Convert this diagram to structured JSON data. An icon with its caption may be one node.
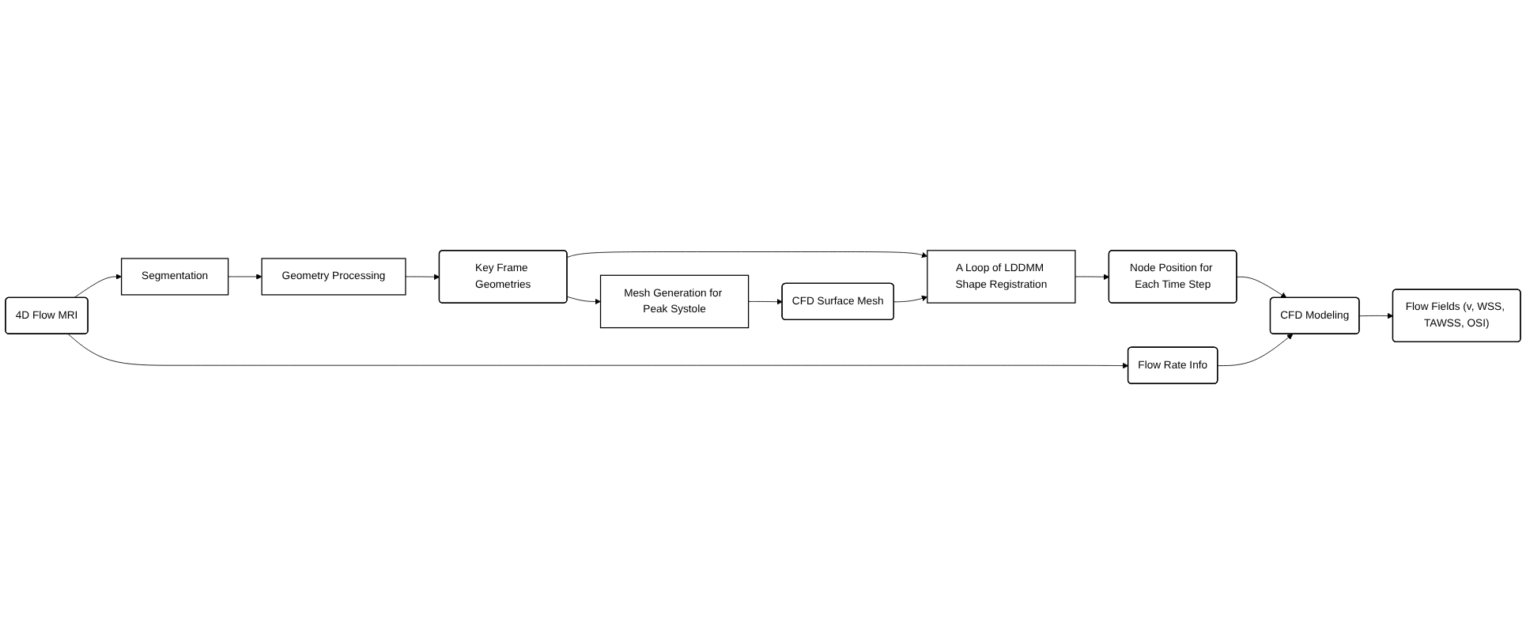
{
  "diagram": {
    "nodes": [
      {
        "text": [
          "Segmentation"
        ]
      },
      {
        "text": [
          "Geometry Processing"
        ]
      },
      {
        "text": [
          "Key Frame Geometries"
        ]
      },
      {
        "text": [
          "Mesh Generation for Peak Systole"
        ]
      },
      {
        "text": [
          "4D Flow MRI"
        ]
      },
      {
        "text": [
          "Node Position for Each Time Step"
        ]
      },
      {
        "text": [
          "A Loop of LDDMM Shape Registration"
        ]
      },
      {
        "text": [
          "CFD Surface Mesh"
        ]
      },
      {
        "text": [
          "Flow Rate Info"
        ]
      },
      {
        "text": [
          "CFD Modeling"
        ]
      },
      {
        "text": [
          "Flow Fields (v, WSS, TAWSS, OSI)"
        ]
      }
    ],
    "edges": [
      {
        "from": 4,
        "to": 0,
        "arrow": "to"
      },
      {
        "from": 0,
        "to": 1,
        "arrow": "to"
      },
      {
        "from": 1,
        "to": 2,
        "arrow": "to"
      },
      {
        "from": 2,
        "to": 3,
        "arrow": "to"
      },
      {
        "from": 2,
        "to": 6,
        "arrow": "to"
      },
      {
        "from": 3,
        "to": 7,
        "arrow": "to"
      },
      {
        "from": 7,
        "to": 6,
        "arrow": "to"
      },
      {
        "from": 6,
        "to": 5,
        "arrow": "to"
      },
      {
        "from": 5,
        "to": 9,
        "arrow": "to"
      },
      {
        "from": 4,
        "to": 8,
        "arrow": "to"
      },
      {
        "from": 8,
        "to": 9,
        "arrow": "to"
      },
      {
        "from": 9,
        "to": 10,
        "arrow": "to"
      }
    ]
  }
}
